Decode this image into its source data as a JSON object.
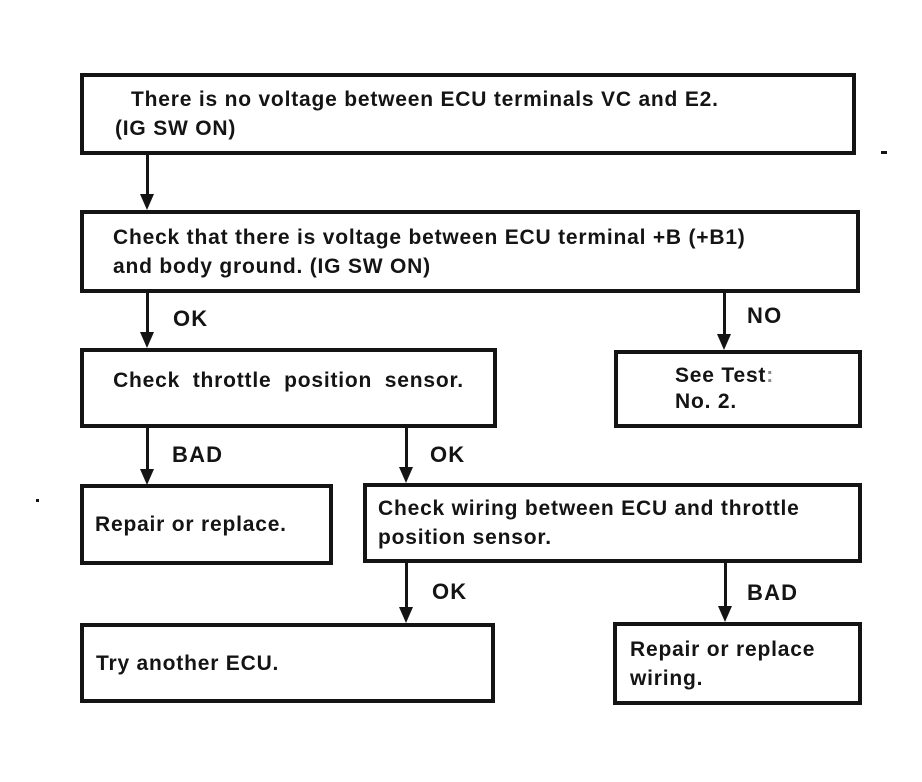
{
  "nodes": [
    {
      "name": "problem-statement",
      "lines": [
        "There is no voltage between ECU terminals VC and E2.",
        "(IG SW ON)"
      ]
    },
    {
      "name": "check-b-voltage",
      "lines": [
        "Check that there is voltage between ECU terminal +B (+B1)",
        "and body ground. (IG SW ON)"
      ]
    },
    {
      "name": "check-throttle-position-sensor",
      "lines": [
        "Check throttle position sensor."
      ]
    },
    {
      "name": "see-test-no-2",
      "lines": [
        "See Test",
        "No. 2."
      ]
    },
    {
      "name": "repair-or-replace",
      "lines": [
        "Repair or replace."
      ]
    },
    {
      "name": "check-wiring",
      "lines": [
        "Check wiring between ECU and throttle",
        "position sensor."
      ]
    },
    {
      "name": "try-another-ecu",
      "lines": [
        "Try another ECU."
      ]
    },
    {
      "name": "repair-or-replace-wiring",
      "lines": [
        "Repair or replace",
        "wiring."
      ]
    }
  ],
  "edges": [
    {
      "from": "problem-statement",
      "to": "check-b-voltage",
      "label": ""
    },
    {
      "from": "check-b-voltage",
      "to": "check-throttle-position-sensor",
      "label": "OK"
    },
    {
      "from": "check-b-voltage",
      "to": "see-test-no-2",
      "label": "NO"
    },
    {
      "from": "check-throttle-position-sensor",
      "to": "repair-or-replace",
      "label": "BAD"
    },
    {
      "from": "check-throttle-position-sensor",
      "to": "check-wiring",
      "label": "OK"
    },
    {
      "from": "check-wiring",
      "to": "try-another-ecu",
      "label": "OK"
    },
    {
      "from": "check-wiring",
      "to": "repair-or-replace-wiring",
      "label": "BAD"
    }
  ],
  "artifacts": {
    "faint_colon": ":"
  },
  "colors": {
    "ink": "#141414",
    "paper": "#ffffff"
  }
}
